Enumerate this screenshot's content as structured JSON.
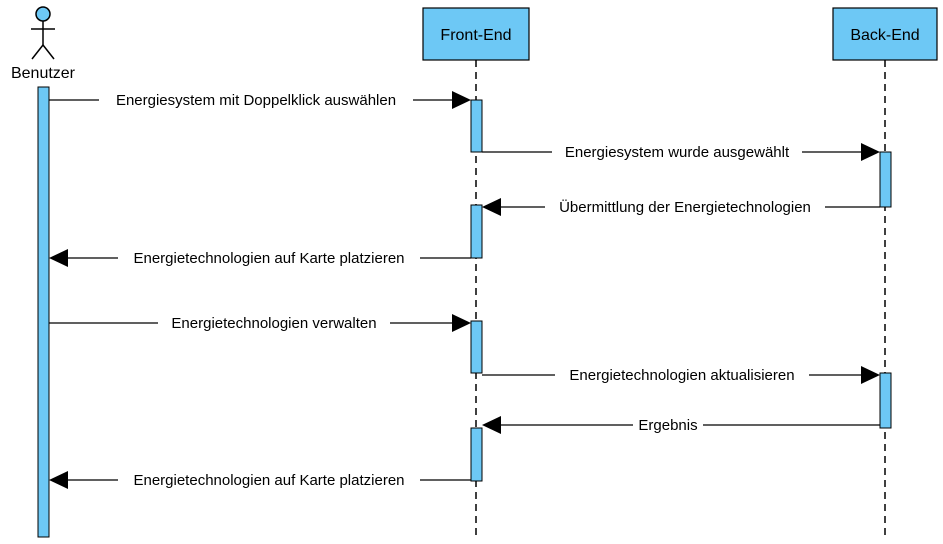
{
  "colors": {
    "fill": "#6dc8f5",
    "stroke": "#000000",
    "background": "#ffffff"
  },
  "actor": {
    "label": "Benutzer",
    "icon": "stick-figure-icon"
  },
  "participants": [
    {
      "id": "fe",
      "label": "Front-End"
    },
    {
      "id": "be",
      "label": "Back-End"
    }
  ],
  "messages": [
    {
      "label": "Energiesystem mit Doppelklick auswählen",
      "from": "user",
      "to": "fe"
    },
    {
      "label": "Energiesystem wurde ausgewählt",
      "from": "fe",
      "to": "be"
    },
    {
      "label": "Übermittlung der Energietechnologien",
      "from": "be",
      "to": "fe"
    },
    {
      "label": "Energietechnologien auf Karte platzieren",
      "from": "fe",
      "to": "user"
    },
    {
      "label": "Energietechnologien verwalten",
      "from": "user",
      "to": "fe"
    },
    {
      "label": "Energietechnologien aktualisieren",
      "from": "fe",
      "to": "be"
    },
    {
      "label": "Ergebnis",
      "from": "be",
      "to": "fe"
    },
    {
      "label": "Energietechnologien auf Karte platzieren",
      "from": "fe",
      "to": "user"
    }
  ]
}
